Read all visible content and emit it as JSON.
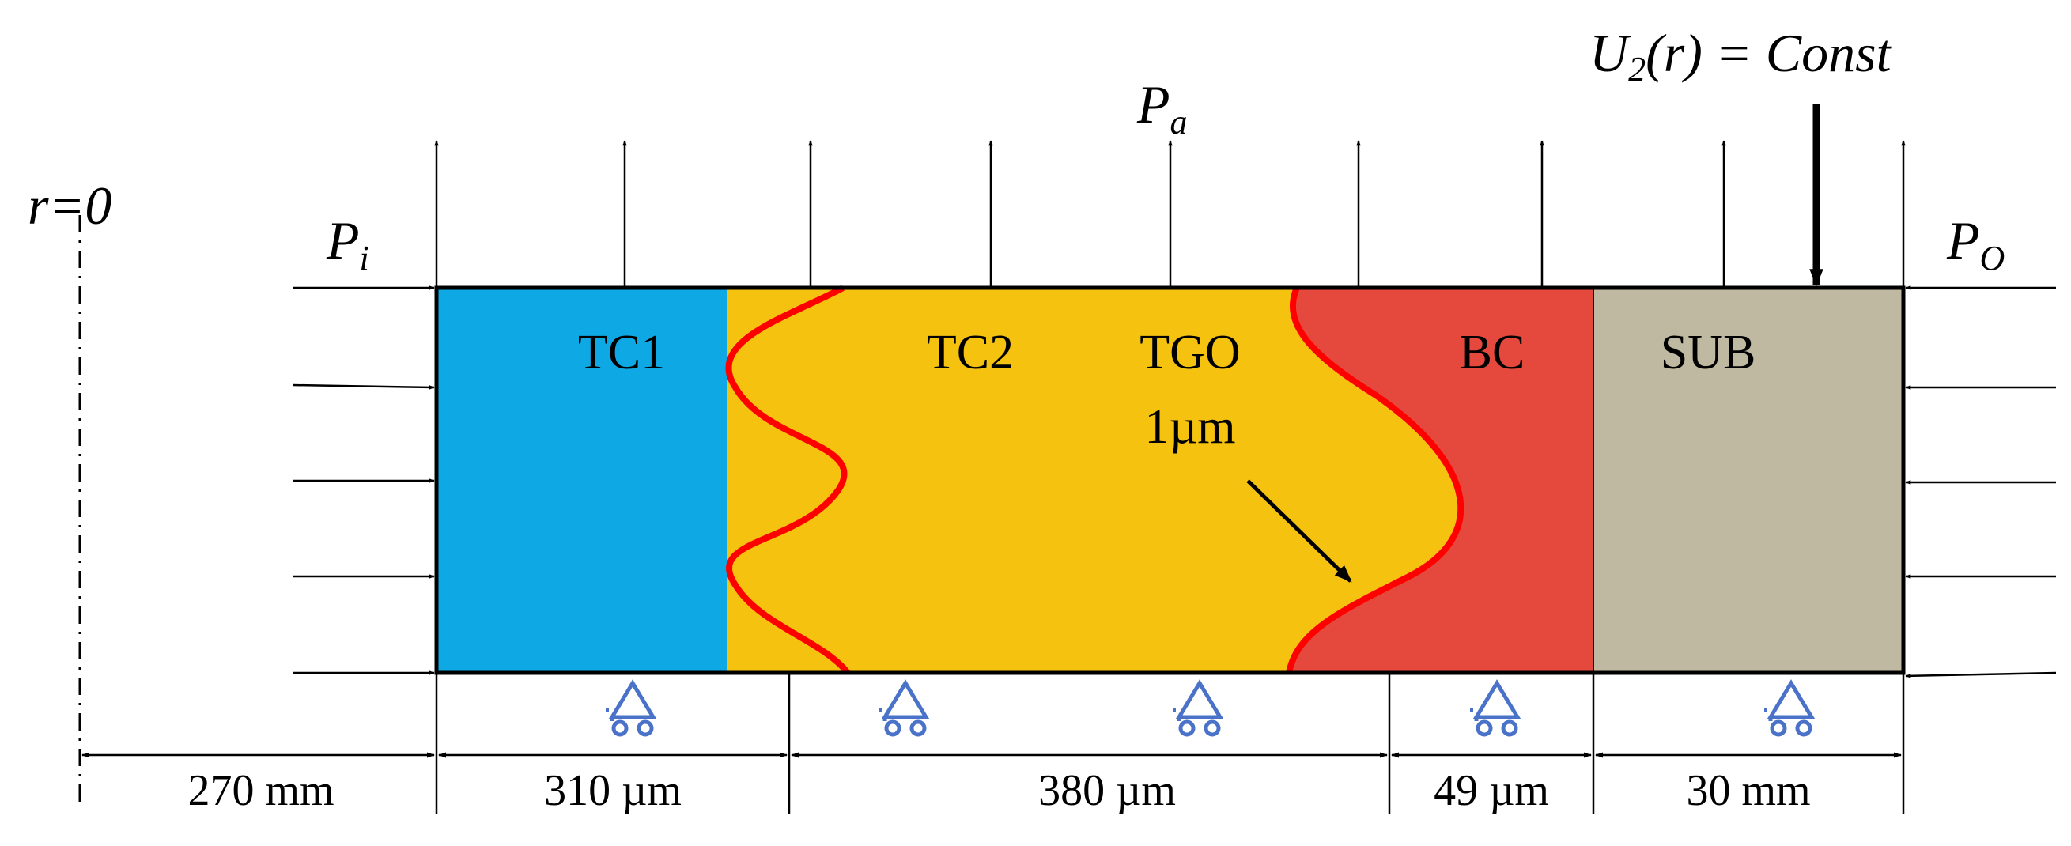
{
  "labels": {
    "axis": "r=0",
    "p_inner": "P",
    "p_inner_sub": "i",
    "p_axial": "P",
    "p_axial_sub": "a",
    "p_outer": "P",
    "p_outer_sub": "O",
    "bc_u": "U",
    "bc_u_sub": "2",
    "bc_u_rest": "(r) = Const"
  },
  "layers": {
    "tc1": "TC1",
    "tc2": "TC2",
    "tgo": "TGO",
    "tgo_thickness": "1µm",
    "bc": "BC",
    "sub": "SUB"
  },
  "dimensions": {
    "d1": "270 mm",
    "d2": "310 µm",
    "d3": "380 µm",
    "d4": "49 µm",
    "d5": "30 mm"
  },
  "colors": {
    "tc1": "#0EA9E4",
    "tc2": "#F4C20F",
    "bc": "#E5483C",
    "sub": "#BFB9A1",
    "interface": "#FF0000",
    "support": "#4A72C8",
    "ink": "#000000"
  },
  "icons": {
    "support": "roller-support-icon"
  }
}
